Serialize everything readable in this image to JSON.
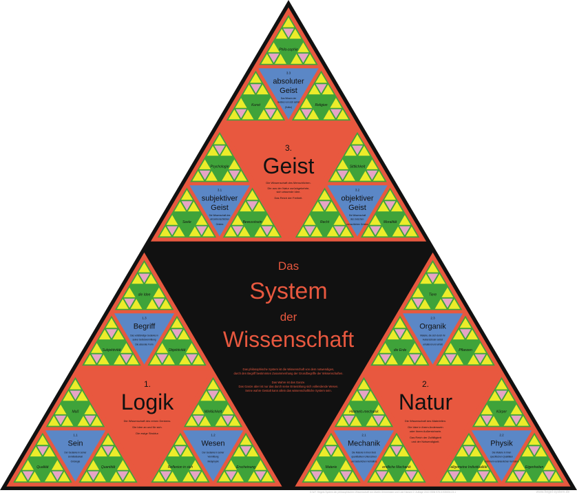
{
  "title": {
    "line1": "Das",
    "line2": "System",
    "line3": "der",
    "line4": "Wissenschaft"
  },
  "intro": {
    "p1a": "Das philosophische System ist die Wissenschaft von dem notwendigen,",
    "p1b": "durch den Begriff bestimmten Zusammenhang der Grundbegriffe der Wissenschaften.",
    "p2a": "Das Wahre ist das Ganze.",
    "p2b": "Das Ganze aber ist nur das durch seine Entwicklung sich vollendende Wesen.",
    "p2c": "Seine wahre Gestalt kann allein das wissenschaftliche System sein."
  },
  "geist": {
    "num": "3.",
    "name": "Geist",
    "d1": "Die Wissenschaft des Menschlichen.",
    "d2": "Die aus der Natur zurückgekehrte,",
    "d3": "sich wissende Idee.",
    "d4": "Das Reich der Freiheit.",
    "top": {
      "num": "3.3",
      "name1": "absoluter",
      "name2": "Geist",
      "desc1": "Das Wissen der",
      "desc2": "Geistes von sich selbst",
      "desc3": "(Kultur)",
      "sub_top": "Philo-sophie",
      "sub_left": "Kunst",
      "sub_right": "Religion"
    },
    "left": {
      "num": "3.1",
      "name1": "subjektiver",
      "name2": "Geist",
      "desc1": "Die Wissenschaft des",
      "desc2": "einzelmenschlichen",
      "desc3": "Geistes",
      "sub_top": "Psychologie",
      "sub_left": "Seele",
      "sub_right": "Bewusstsein"
    },
    "right": {
      "num": "3.2",
      "name1": "objektiver",
      "name2": "Geist",
      "desc1": "Die Wissenschaft",
      "desc2": "des zwischen-",
      "desc3": "menschlichen Geistes",
      "sub_top": "Sittlichkeit",
      "sub_left": "Recht",
      "sub_right": "Moralität"
    }
  },
  "logik": {
    "num": "1.",
    "name": "Logik",
    "d1": "Die Wissenschaft des reinen Denkens.",
    "d2": "Die Idee an und für sich.",
    "d3": "Die ewige Struktur.",
    "top": {
      "num": "1.3",
      "name1": "Begriff",
      "name2": "",
      "desc1": "Das vollständige Gedanke in",
      "desc2": "seiner Selbstvermittlung",
      "desc3": "Die absolute Form",
      "sub_top": "die Idee",
      "sub_left": "Subjektivität",
      "sub_right": "Objektivität"
    },
    "left": {
      "num": "1.1",
      "name1": "Sein",
      "name2": "",
      "desc1": "Der Gedanke in seiner",
      "desc2": "Unmittelbarkeit",
      "desc3": "Ontologie",
      "sub_top": "Maß",
      "sub_left": "Qualität",
      "sub_right": "Quantität"
    },
    "right": {
      "num": "1.2",
      "name1": "Wesen",
      "name2": "",
      "desc1": "Der Gedanke in seiner",
      "desc2": "Vermittlung",
      "desc3": "Metaphysik",
      "sub_top": "Wirklichkeit",
      "sub_left": "Reflexion in sich",
      "sub_right": "Erscheinung"
    }
  },
  "natur": {
    "num": "2.",
    "name": "Natur",
    "d1": "Die Wissenschaft des Materiellen.",
    "d2": "Die Idee in ihrem Anderssein",
    "d3": "oder ihrem Außersichsein.",
    "d4": "Das Reich der Zufälligkeit",
    "d5": "und der Notwendigkeit.",
    "top": {
      "num": "2.3",
      "name1": "Organik",
      "name2": "",
      "desc1": "Materie, die sich durch ihr",
      "desc2": "Außersichsein selbst",
      "desc3": "erhaltend und erhält",
      "sub_top": "Tiere",
      "sub_left": "die Erde",
      "sub_right": "Pflanzen"
    },
    "left": {
      "num": "2.1",
      "name1": "Mechanik",
      "name2": "",
      "desc1": "Die Materie in ihren bloß",
      "desc2": "quantitativen Unterschied",
      "desc3": "und äußerlichen Verhältnis",
      "sub_top": "Himmels-mechanik",
      "sub_left": "Materie",
      "sub_right": "endliche Mechanik"
    },
    "right": {
      "num": "2.2",
      "name1": "Physik",
      "name2": "",
      "desc1": "Die Materie in ihren",
      "desc2": "spezifischen Qualitäten",
      "desc3": "und ihrem veränderlichen Verhalten",
      "sub_top": "Körper",
      "sub_left": "allgemeine Individualität",
      "sub_right": "Eigenheiten"
    }
  },
  "footer": {
    "credits": "G.W.F. Hegels System der philosophischen Wissenschaft von Martin Grimmmann und Lutz Hansen   2. Auflage 2012   ISBN 978-3-939194-23-1",
    "url": "www.hegel-system.de"
  },
  "colors": {
    "background": "#111111",
    "red": "#e8583f",
    "blue": "#5b87c6",
    "green": "#3fa33a",
    "yellow": "#ecec2a",
    "pink": "#e6a4c6",
    "title_text": "#e8583f"
  }
}
